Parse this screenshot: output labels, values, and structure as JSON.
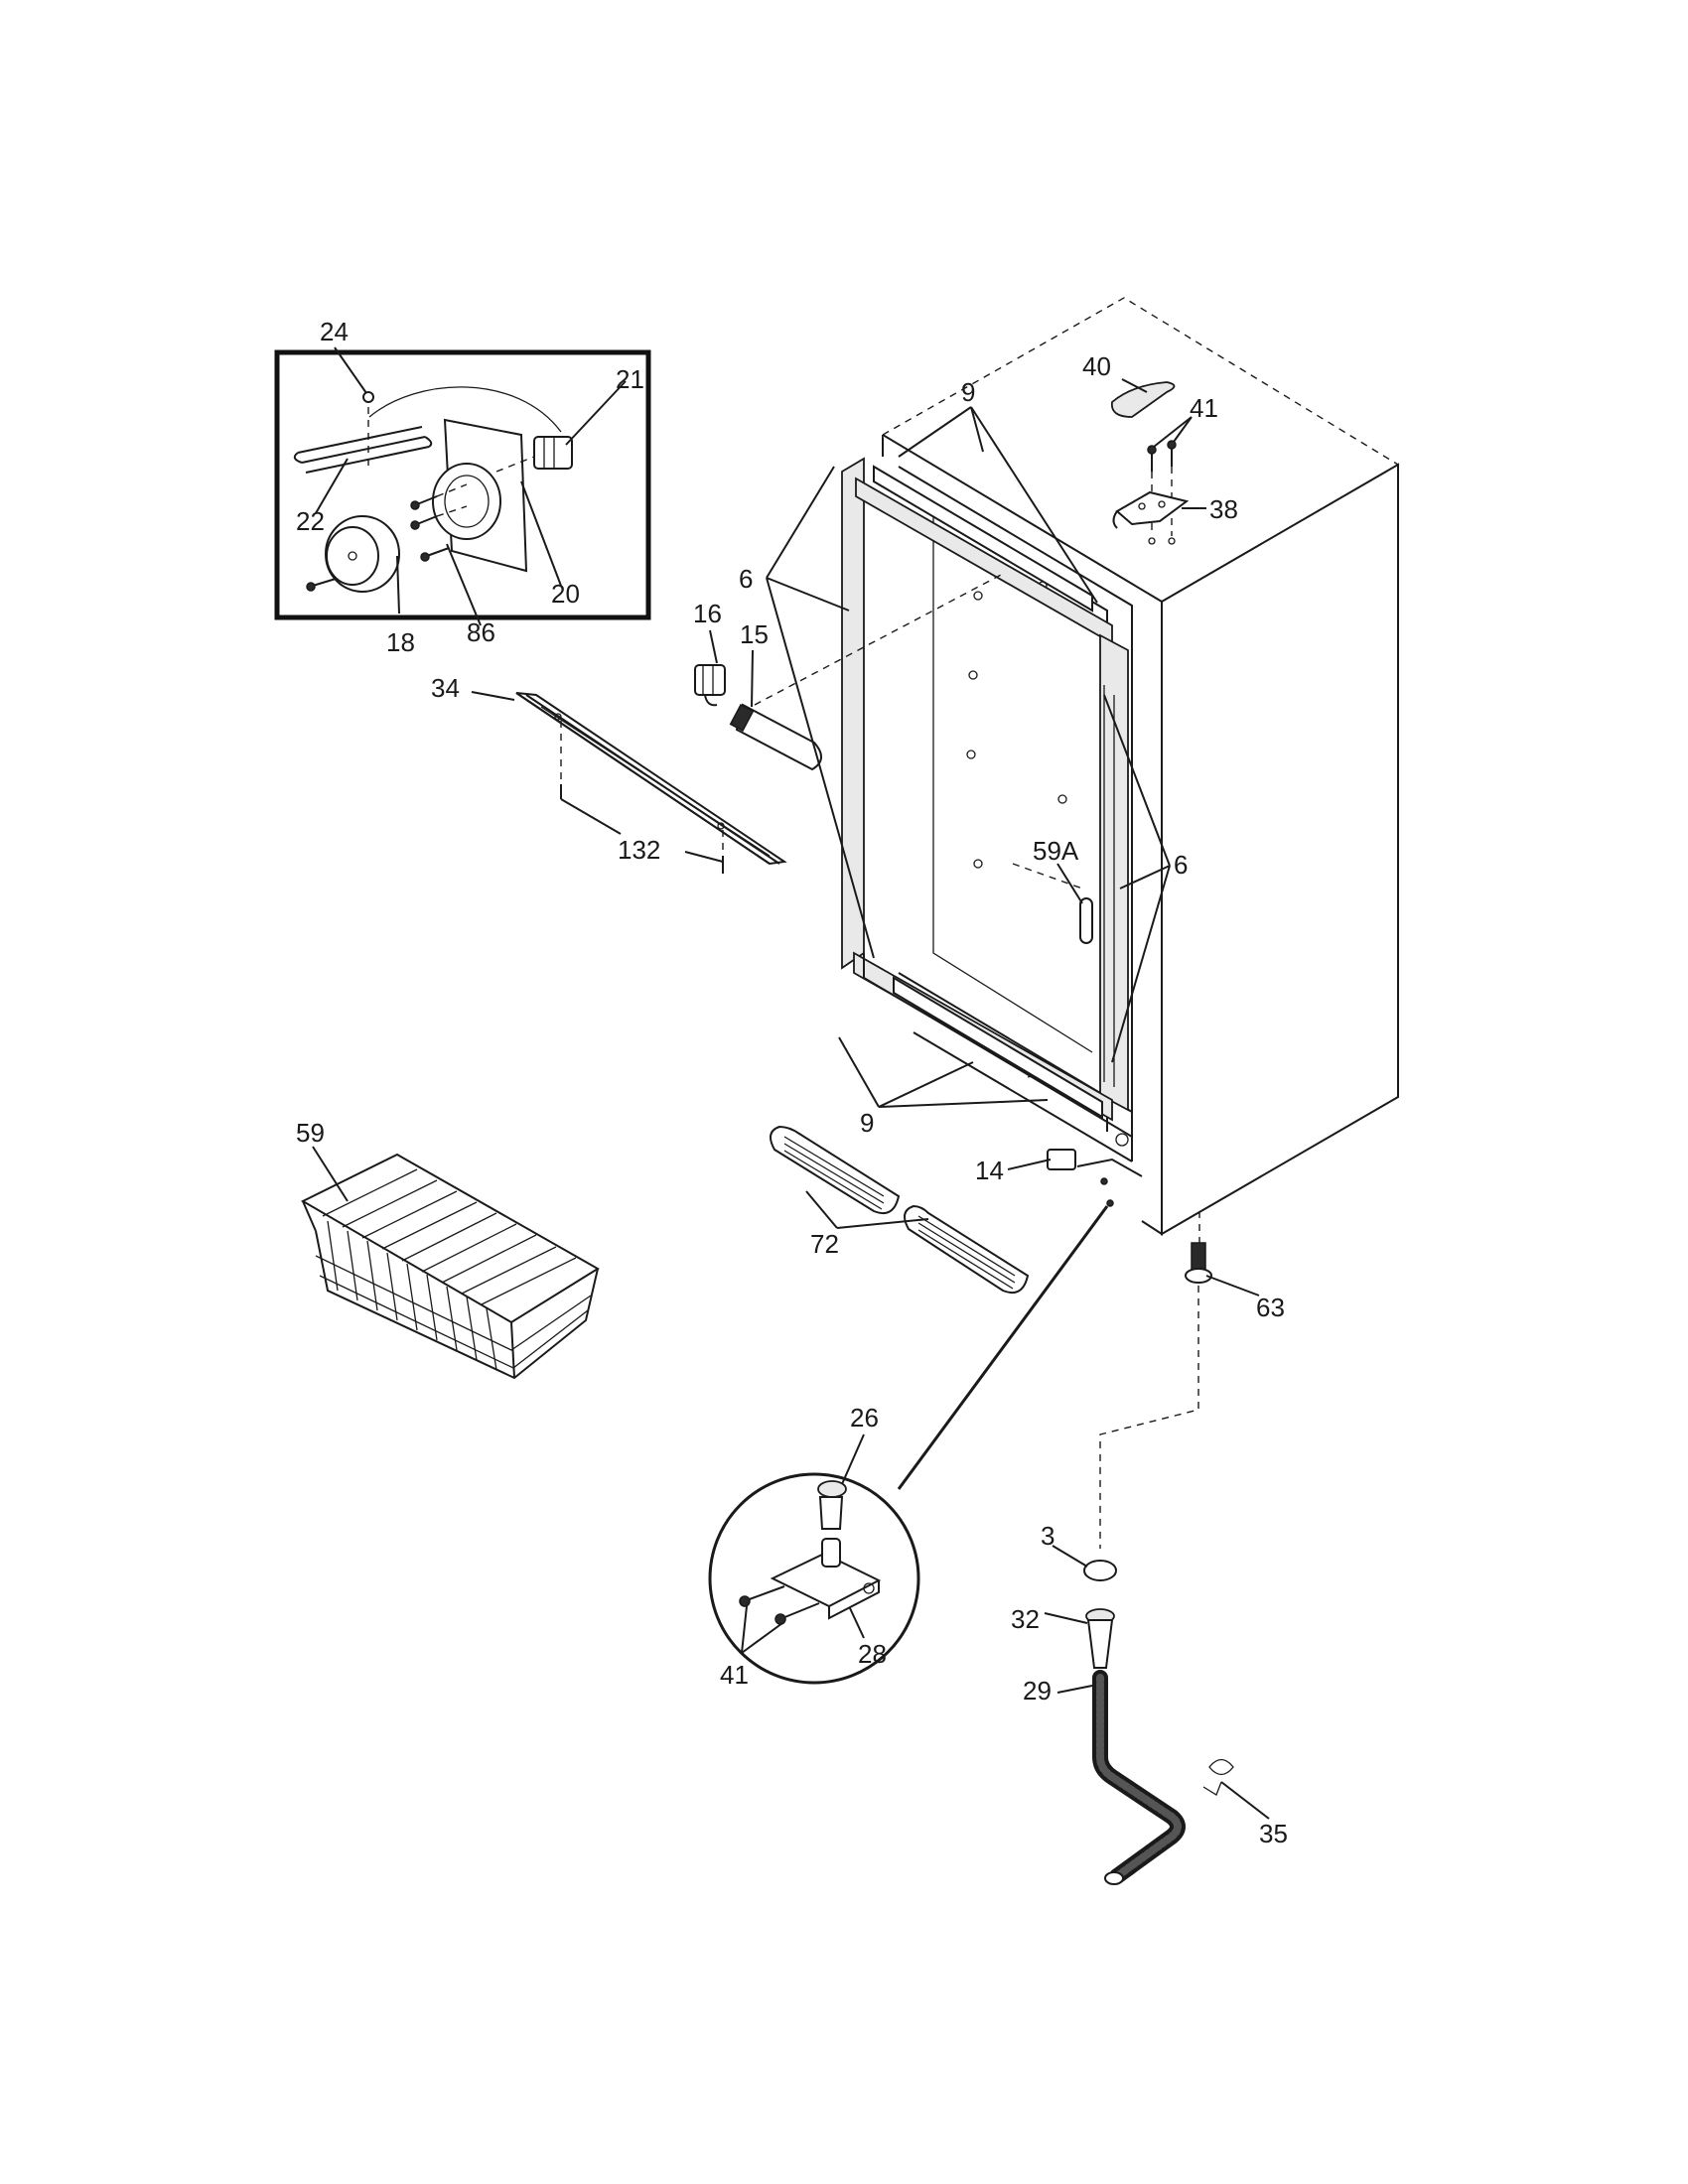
{
  "labels": {
    "p24": "24",
    "p21": "21",
    "p22": "22",
    "p20": "20",
    "p18": "18",
    "p86": "86",
    "p40": "40",
    "p41_top": "41",
    "p38": "38",
    "p9_top": "9",
    "p6_left": "6",
    "p16": "16",
    "p15": "15",
    "p34": "34",
    "p132": "132",
    "p59A": "59A",
    "p6_right": "6",
    "p59": "59",
    "p9_bottom": "9",
    "p14": "14",
    "p72": "72",
    "p63": "63",
    "p26": "26",
    "p3": "3",
    "p32": "32",
    "p28": "28",
    "p41_bottom": "41",
    "p29": "29",
    "p35": "35"
  }
}
